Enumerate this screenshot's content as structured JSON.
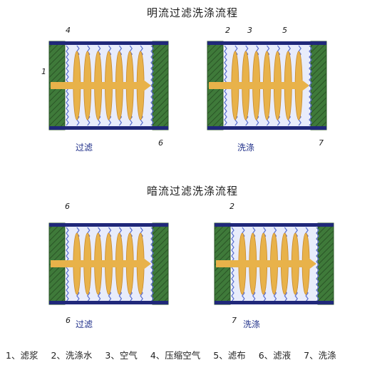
{
  "titles": {
    "open_flow": "明流过滤洗涤流程",
    "dark_flow": "暗流过滤洗涤流程"
  },
  "captions": {
    "top_left": "过滤",
    "top_right": "洗涤",
    "bottom_left": "过滤",
    "bottom_right": "洗涤"
  },
  "callouts": {
    "top_left_1": "1",
    "top_left_4": "4",
    "top_left_6": "6",
    "top_right_2": "2",
    "top_right_3": "3",
    "top_right_5": "5",
    "top_right_7": "7",
    "bottom_left_6a": "6",
    "bottom_left_6b": "6",
    "bottom_right_2": "2",
    "bottom_right_7": "7"
  },
  "legend": [
    "1、滤浆",
    "2、洗涤水",
    "3、空气",
    "4、压缩空气",
    "5、滤布",
    "6、滤液",
    "7、洗涤"
  ],
  "colors": {
    "end_plate": "#3f7a3a",
    "frame_bar": "#20287a",
    "slurry": "#e8b24a",
    "cloth": "#5a6fd0",
    "background": "#ffffff"
  }
}
